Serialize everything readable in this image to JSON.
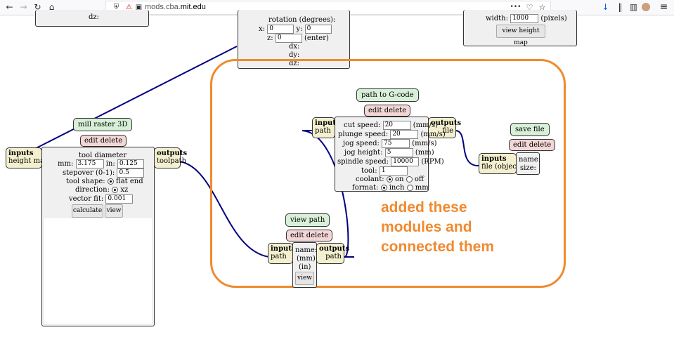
{
  "browser": {
    "url_domain": "mods.cba.",
    "url_host": "mit.edu",
    "menu_dots": "•••",
    "hamburger": "≡",
    "icons": [
      "back-arrow-icon",
      "forward-arrow-icon",
      "reload-icon",
      "home-icon",
      "shield-icon",
      "permissions-icon",
      "lock-icon",
      "page-actions-icon",
      "pocket-icon",
      "star-icon",
      "download-icon",
      "library-icon",
      "sidebar-icon",
      "avatar",
      "menu-icon"
    ]
  },
  "top_left_module": {
    "dz": "dz:"
  },
  "rotate_module": {
    "label": "rotation (degrees):",
    "x_label": "x:",
    "x_value": "0",
    "y_label": "y:",
    "y_value": "0",
    "z_label": "z:",
    "z_value": "0",
    "enter": "(enter)",
    "dx": "dx:",
    "dy": "dy:",
    "dz": "dz:"
  },
  "height_map_module": {
    "width_label": "width:",
    "width_value": "1000",
    "width_unit": "(pixels)",
    "button": "view height map"
  },
  "mill_raster": {
    "title": "mill raster 3D",
    "edit": "edit",
    "delete": "delete",
    "inputs_label": "inputs",
    "input_port": "height map",
    "outputs_label": "outputs",
    "output_port": "toolpath",
    "tool_diameter": "tool diameter",
    "mm_label": "mm:",
    "mm_value": "3.175",
    "in_label": "in:",
    "in_value": "0.125",
    "stepover_label": "stepover (0-1):",
    "stepover_value": "0.5",
    "tool_shape_label": "tool shape:",
    "tool_shape_option": "flat end",
    "direction_label": "direction:",
    "direction_option": "xz",
    "vector_fit_label": "vector fit:",
    "vector_fit_value": "0.001",
    "calculate": "calculate",
    "view": "view"
  },
  "path_to_gcode": {
    "title": "path to G-code",
    "edit": "edit",
    "delete": "delete",
    "inputs_label": "inputs",
    "input_port": "path",
    "outputs_label": "outputs",
    "output_port": "file",
    "cut_speed_label": "cut speed:",
    "cut_speed_value": "20",
    "cut_speed_unit": "(mm/s)",
    "plunge_speed_label": "plunge speed:",
    "plunge_speed_value": "20",
    "plunge_speed_unit": "(mm/s)",
    "jog_speed_label": "jog speed:",
    "jog_speed_value": "75",
    "jog_speed_unit": "(mm/s)",
    "jog_height_label": "jog height:",
    "jog_height_value": "5",
    "jog_height_unit": "(mm)",
    "spindle_label": "spindle speed:",
    "spindle_value": "10000",
    "spindle_unit": "(RPM)",
    "tool_label": "tool:",
    "tool_value": "1",
    "coolant_label": "coolant:",
    "coolant_on": "on",
    "coolant_off": "off",
    "format_label": "format:",
    "format_inch": "inch",
    "format_mm": "mm"
  },
  "save_file": {
    "title": "save file",
    "edit": "edit",
    "delete": "delete",
    "inputs_label": "inputs",
    "input_port": "file (object)",
    "name_label": "name:",
    "size_label": "size:"
  },
  "view_path": {
    "title": "view path",
    "edit": "edit",
    "delete": "delete",
    "inputs_label": "inputs",
    "input_port": "path",
    "outputs_label": "outputs",
    "output_port": "path",
    "name_label": "name:",
    "mm_label": "(mm)",
    "in_label": "(in)",
    "view": "view"
  },
  "annotation": {
    "line1": "added these",
    "line2": "modules and",
    "line3": "connected them",
    "color": "#f08a30"
  },
  "colors": {
    "wire": "#000080",
    "module_bg": "#f0f0f0",
    "title_green": "#d8f0d8",
    "edit_pink": "#f3d7d7",
    "port_yellow": "#f4f0cf"
  }
}
